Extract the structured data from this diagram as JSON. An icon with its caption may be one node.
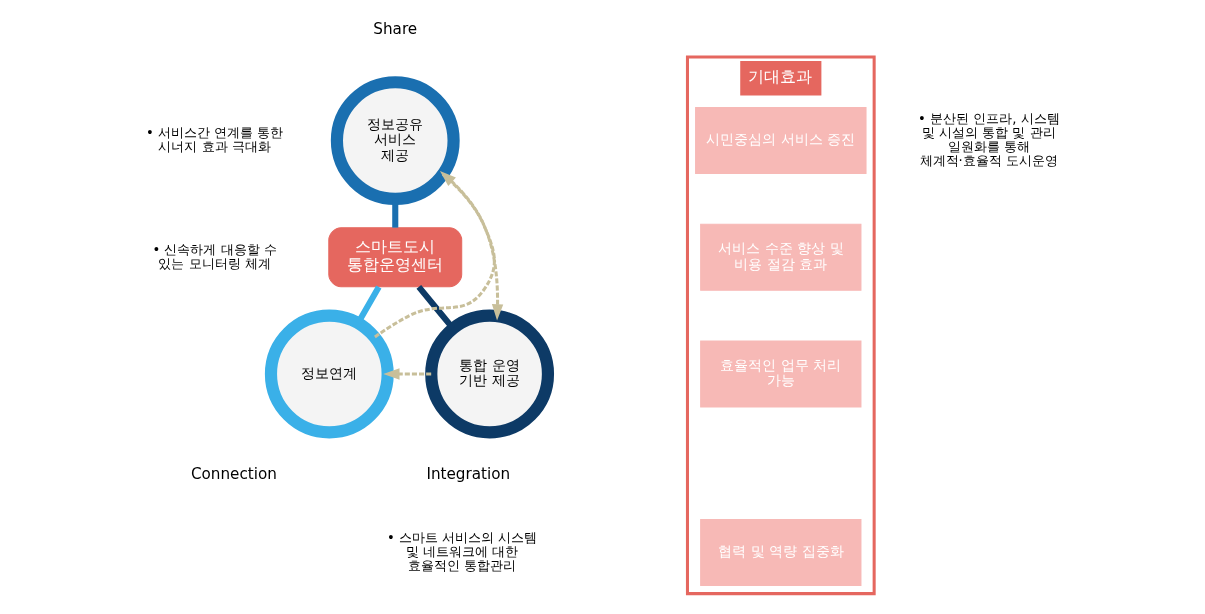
{
  "diagram": {
    "nodes": [
      {
        "text": [
          "정보공유 서비스 제공"
        ],
        "beside": [
          "Share"
        ]
      },
      {
        "text": [
          "스마트도시 통합운영센터"
        ]
      },
      {
        "text": [
          "정보연계"
        ],
        "beside": [
          "Connection"
        ]
      },
      {
        "text": [
          "통합 운영 기반 제공"
        ],
        "beside": [
          "Integration"
        ]
      },
      {
        "text": [
          "기대효과"
        ]
      },
      {
        "text": [
          "시민중심의 서비스 증진"
        ],
        "in": 4
      },
      {
        "text": [
          "서비스 수준 향상 및 비용 절감 효과"
        ],
        "in": 4
      },
      {
        "text": [
          "효율적인 업무 처리 가능"
        ],
        "in": 4
      },
      {
        "text": [
          "협력 및 역량 집중화"
        ],
        "in": 4
      }
    ],
    "edges": [
      {
        "from": 0,
        "to": 1,
        "arrow": "none",
        "style": "thick",
        "color": "#1a6fb0"
      },
      {
        "from": 1,
        "to": 2,
        "arrow": "none",
        "style": "thick",
        "color": "#3ab0e8"
      },
      {
        "from": 1,
        "to": 3,
        "arrow": "none",
        "style": "thick",
        "color": "#0d3a66"
      },
      {
        "from": 2,
        "to": 0,
        "arrow": "to",
        "style": "dashed",
        "color": "#c8bf9a"
      },
      {
        "from": 0,
        "to": 3,
        "arrow": "to",
        "style": "dashed",
        "color": "#c8bf9a"
      },
      {
        "from": 3,
        "to": 2,
        "arrow": "to",
        "style": "dashed",
        "color": "#c8bf9a"
      }
    ],
    "labels": [
      "• 서비스간 연계를 통한 시너지 효과 극대화",
      "• 신속하게 대응할 수 있는 모니터링 체계",
      "• 분산된 인프라, 시스템 및 시설의 통합 및 관리 일원화를 통해 체계적·효율적 도시운영",
      "• 스마트 서비스의 시스템 및 네트워크에 대한 효율적인 통합관리"
    ]
  }
}
